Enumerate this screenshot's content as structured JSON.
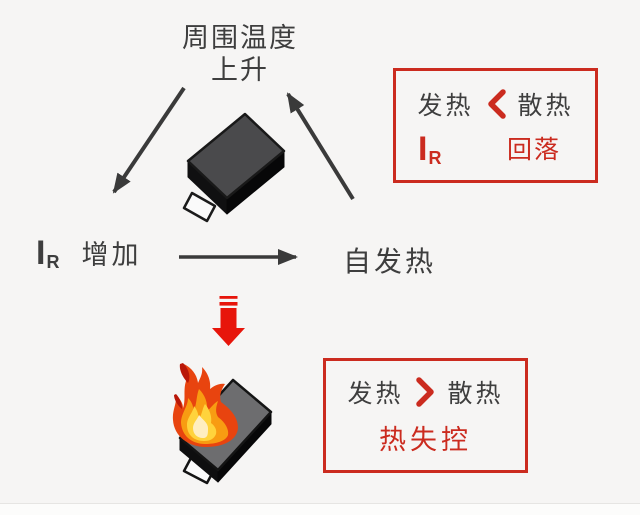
{
  "colors": {
    "background": "#f6f5f4",
    "red_accent": "#cb2b1f",
    "arrow_red": "#e7150b",
    "dark_text": "#3e3e3e"
  },
  "cycle": {
    "ambient_temp_line1": "周围温度",
    "ambient_temp_line2": "上升",
    "ir_symbol": "I",
    "ir_subscript": "R",
    "increase_label": "增加",
    "self_heating_label": "自发热"
  },
  "cool_box": {
    "heat_label": "发热",
    "comparison": "<",
    "dissipation_label": "散热",
    "ir_symbol": "I",
    "ir_subscript": "R",
    "result_label": "回落"
  },
  "runaway_box": {
    "heat_label": "发热",
    "comparison": ">",
    "dissipation_label": "散热",
    "result_label": "热失控"
  }
}
